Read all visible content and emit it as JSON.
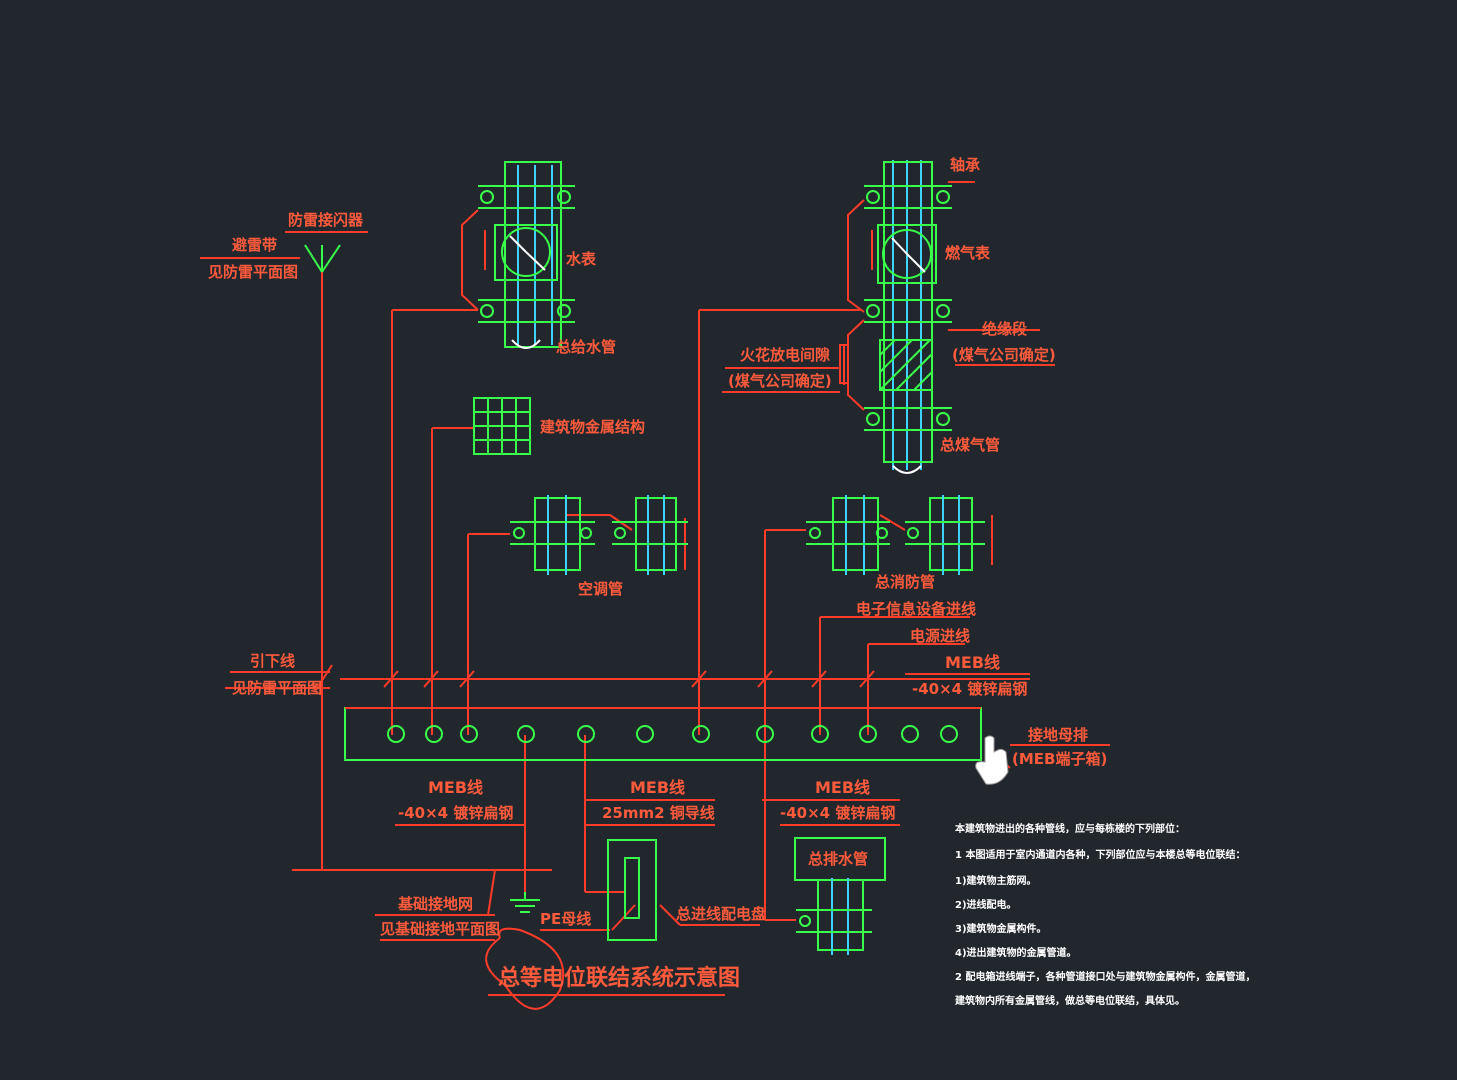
{
  "diagram": {
    "title": "总等电位联结系统示意图",
    "labels": {
      "lightning_belt": "避雷带",
      "lightning_plan_1": "见防雷平面图",
      "arrester": "防雷接闪器",
      "water_meter": "水表",
      "main_water_pipe": "总给水管",
      "bearing": "轴承",
      "gas_meter": "燃气表",
      "insulation_section": "绝缘段",
      "gas_company_1": "(煤气公司确定)",
      "spark_gap": "火花放电间隙",
      "gas_company_2": "(煤气公司确定)",
      "main_gas_pipe": "总煤气管",
      "metal_structure": "建筑物金属结构",
      "ac_pipe": "空调管",
      "fire_pipe": "总消防管",
      "electronic_entry": "电子信息设备进线",
      "power_entry": "电源进线",
      "meb_line_top": "MEB线",
      "steel_top": "-40×4 镀锌扁钢",
      "down_conductor": "引下线",
      "lightning_plan_2": "见防雷平面图",
      "ground_bus": "接地母排",
      "meb_box": "(MEB端子箱)",
      "meb_line_1": "MEB线",
      "steel_1": "-40×4 镀锌扁钢",
      "meb_line_2": "MEB线",
      "copper_wire": "25mm2 铜导线",
      "meb_line_3": "MEB线",
      "steel_3": "-40×4 镀锌扁钢",
      "drain_pipe": "总排水管",
      "foundation_net": "基础接地网",
      "foundation_plan": "见基础接地平面图",
      "pe_bus": "PE母线",
      "main_panel": "总进线配电盘"
    },
    "notes": [
      "本建筑物进出的各种管线，应与每栋楼的下列部位：",
      "1  本图适用于室内通道内各种，下列部位应与本楼总等电位联结：",
      "1)建筑物主筋网。",
      "2)进线配电。",
      "3)建筑物金属构件。",
      "4)进出建筑物的金属管道。",
      "2  配电箱进线端子，各种管道接口处与建筑物金属构件，金属管道，",
      "   建筑物内所有金属管线，做总等电位联结，具体见。"
    ],
    "colors": {
      "background": "#22262d",
      "wire": "#ff3b2a",
      "equipment": "#39ff4a",
      "pipe": "#3fd3ff",
      "text": "#ff5a3c",
      "note": "#ffffff"
    }
  }
}
